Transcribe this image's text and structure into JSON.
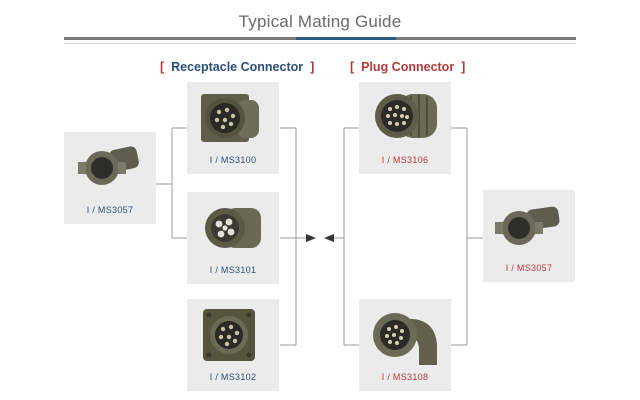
{
  "title": "Typical Mating Guide",
  "labels": {
    "receptacle": "Receptacle Connector",
    "plug": "Plug Connector",
    "open_bracket": "[",
    "close_bracket": "]"
  },
  "parts": {
    "left_ms3057": "I / MS3057",
    "ms3100": "I / MS3100",
    "ms3101": "I / MS3101",
    "ms3102": "I / MS3102",
    "ms3106": "I / MS3106",
    "ms3108": "I / MS3108",
    "right_ms3057": "I / MS3057"
  },
  "colors": {
    "accent_blue": "#2a4f7a",
    "accent_red": "#b23a3a",
    "card_bg": "#ebebeb",
    "connector_metal": "#5a5a48"
  }
}
